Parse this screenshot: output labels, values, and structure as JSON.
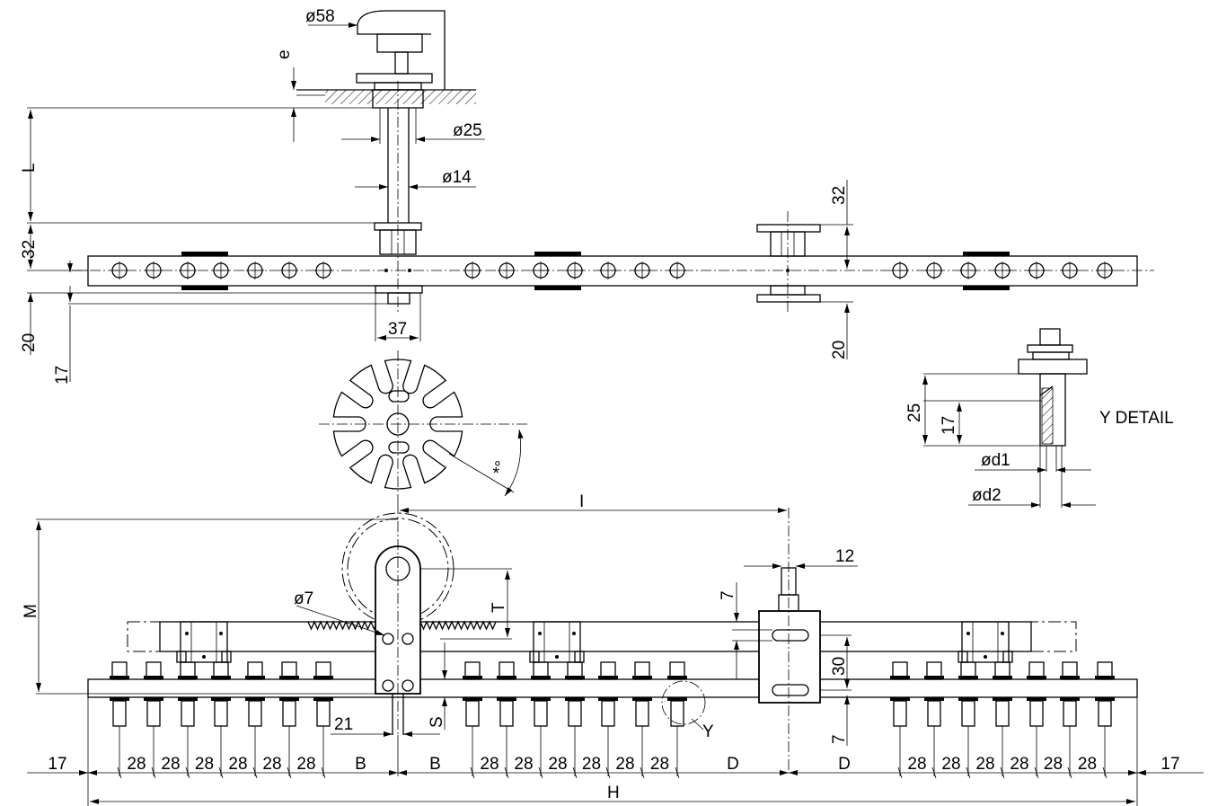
{
  "drawing": {
    "top_view": {
      "dia_58": "ø58",
      "dim_e": "e",
      "dia_25": "ø25",
      "dia_14": "ø14",
      "dim_L": "L",
      "dim_32_left": "32",
      "dim_20_left": "20",
      "dim_17_left": "17",
      "dim_37": "37",
      "dim_32_right": "32",
      "dim_20_right": "20"
    },
    "disc": {
      "angle": "*°"
    },
    "y_detail": {
      "title": "Y DETAIL",
      "dim_25": "25",
      "dim_17": "17",
      "dia_d1": "ød1",
      "dia_d2": "ød2"
    },
    "front_view": {
      "dim_I": "I",
      "dim_M": "M",
      "dim_T": "T",
      "dia_7": "ø7",
      "dim_12": "12",
      "dim_7_top": "7",
      "dim_30": "30",
      "dim_7_bottom": "7",
      "dim_21": "21",
      "dim_S": "S",
      "detail_ref": "Y",
      "dim_H": "H",
      "bottom_dims": [
        "17",
        "28",
        "28",
        "28",
        "28",
        "28",
        "28",
        "B",
        "B",
        "28",
        "28",
        "28",
        "28",
        "28",
        "28",
        "D",
        "D",
        "28",
        "28",
        "28",
        "28",
        "28",
        "28",
        "17"
      ]
    }
  }
}
